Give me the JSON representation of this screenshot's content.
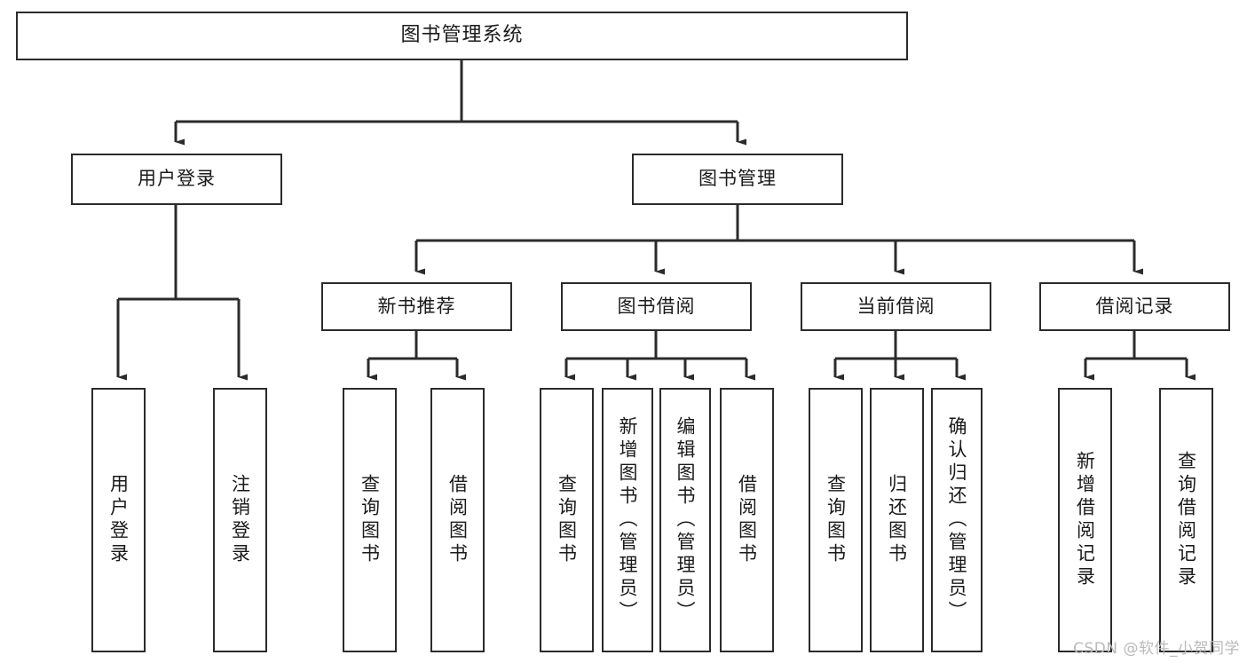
{
  "diagram": {
    "title": "图书管理系统",
    "type": "tree-hierarchy-chart",
    "stroke_color": "#2b2b2b",
    "fill_color": "#ffffff",
    "background_color": "#ffffff",
    "watermark": "CSDN @软件_小贺同学",
    "levels": [
      {
        "level": 0,
        "nodes": [
          {
            "id": "root",
            "label": "图书管理系统",
            "orientation": "horizontal"
          }
        ]
      },
      {
        "level": 1,
        "nodes": [
          {
            "id": "user-login",
            "label": "用户登录",
            "orientation": "horizontal",
            "parent": "root"
          },
          {
            "id": "book-manage",
            "label": "图书管理",
            "orientation": "horizontal",
            "parent": "root"
          }
        ]
      },
      {
        "level": 2,
        "nodes": [
          {
            "id": "new-book-rec",
            "label": "新书推荐",
            "orientation": "horizontal",
            "parent": "book-manage"
          },
          {
            "id": "book-borrow",
            "label": "图书借阅",
            "orientation": "horizontal",
            "parent": "book-manage"
          },
          {
            "id": "current-borrow",
            "label": "当前借阅",
            "orientation": "horizontal",
            "parent": "book-manage"
          },
          {
            "id": "borrow-record",
            "label": "借阅记录",
            "orientation": "horizontal",
            "parent": "book-manage"
          }
        ]
      },
      {
        "level": 3,
        "nodes": [
          {
            "id": "leaf-user-login",
            "label": "用户登录",
            "orientation": "vertical",
            "parent": "user-login"
          },
          {
            "id": "leaf-logout",
            "label": "注销登录",
            "orientation": "vertical",
            "parent": "user-login"
          },
          {
            "id": "leaf-query-book-1",
            "label": "查询图书",
            "orientation": "vertical",
            "parent": "new-book-rec"
          },
          {
            "id": "leaf-borrow-book-1",
            "label": "借阅图书",
            "orientation": "vertical",
            "parent": "new-book-rec"
          },
          {
            "id": "leaf-query-book-2",
            "label": "查询图书",
            "orientation": "vertical",
            "parent": "book-borrow"
          },
          {
            "id": "leaf-add-book",
            "label": "新增图书（管理员）",
            "orientation": "vertical",
            "parent": "book-borrow"
          },
          {
            "id": "leaf-edit-book",
            "label": "编辑图书（管理员）",
            "orientation": "vertical",
            "parent": "book-borrow"
          },
          {
            "id": "leaf-borrow-book-2",
            "label": "借阅图书",
            "orientation": "vertical",
            "parent": "book-borrow"
          },
          {
            "id": "leaf-query-book-3",
            "label": "查询图书",
            "orientation": "vertical",
            "parent": "current-borrow"
          },
          {
            "id": "leaf-return-book",
            "label": "归还图书",
            "orientation": "vertical",
            "parent": "current-borrow"
          },
          {
            "id": "leaf-confirm-return",
            "label": "确认归还（管理员）",
            "orientation": "vertical",
            "parent": "current-borrow"
          },
          {
            "id": "leaf-add-record",
            "label": "新增借阅记录",
            "orientation": "vertical",
            "parent": "borrow-record"
          },
          {
            "id": "leaf-query-record",
            "label": "查询借阅记录",
            "orientation": "vertical",
            "parent": "borrow-record"
          }
        ]
      }
    ]
  }
}
